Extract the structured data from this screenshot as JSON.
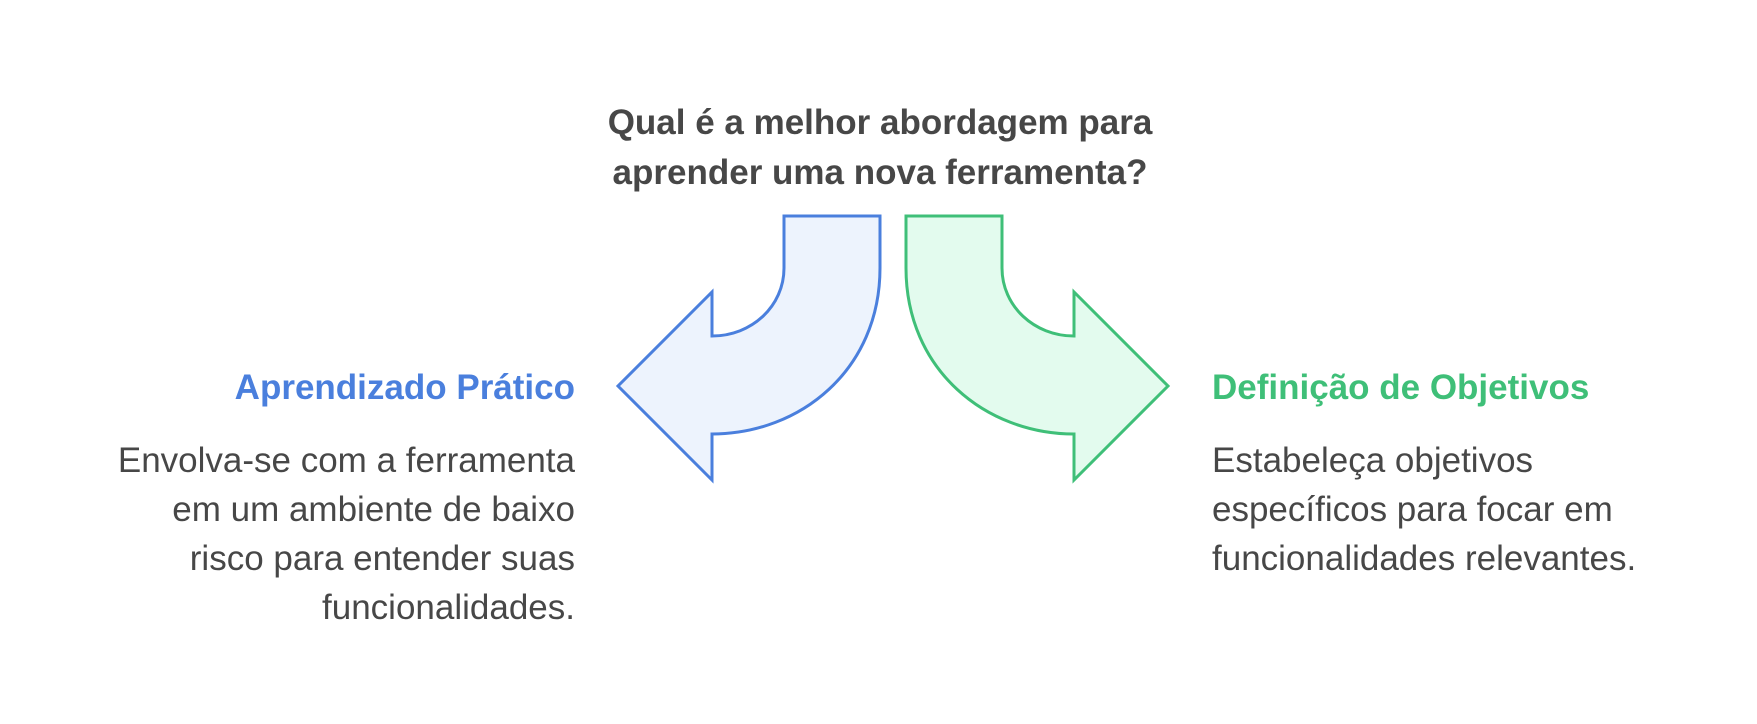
{
  "question": {
    "lines": [
      "Qual é a melhor abordagem para",
      "aprender uma nova ferramenta?"
    ]
  },
  "options": [
    {
      "title": "Aprendizado Prático",
      "description_lines": [
        "Envolva-se com a ferramenta",
        "em um ambiente de baixo",
        "risco para entender suas",
        "funcionalidades."
      ],
      "color": "#4a7fdd",
      "fill": "#edf3fd"
    },
    {
      "title": "Definição de Objetivos",
      "description_lines": [
        "Estabeleça objetivos",
        "específicos para focar em",
        "funcionalidades relevantes."
      ],
      "color": "#3fbf78",
      "fill": "#e3fbee"
    }
  ],
  "icons": [
    "curved-arrow-left-icon",
    "curved-arrow-right-icon"
  ]
}
